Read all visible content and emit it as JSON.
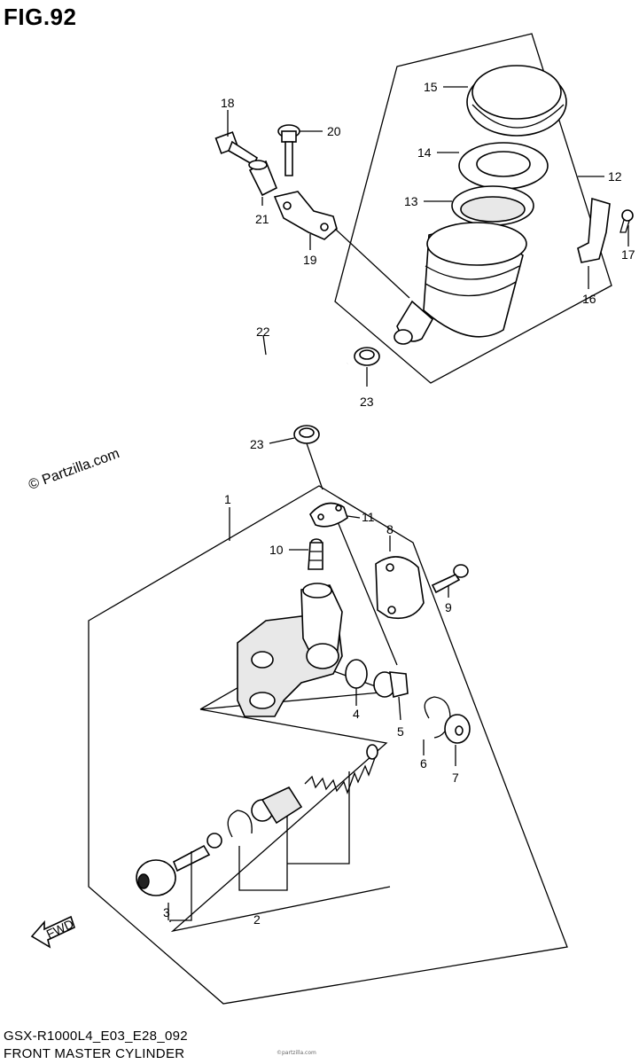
{
  "figure": {
    "title": "FIG.92",
    "model_code": "GSX-R1000L4_E03_E28_092",
    "name": "FRONT MASTER CYLINDER",
    "watermark": "© Partzilla.com",
    "fine_print": "©partzilla.com"
  },
  "fwd_label": "FWD",
  "callouts": [
    "1",
    "2",
    "3",
    "4",
    "5",
    "6",
    "7",
    "8",
    "9",
    "10",
    "11",
    "12",
    "13",
    "14",
    "15",
    "16",
    "17",
    "18",
    "19",
    "20",
    "21",
    "22",
    "23",
    "23"
  ]
}
